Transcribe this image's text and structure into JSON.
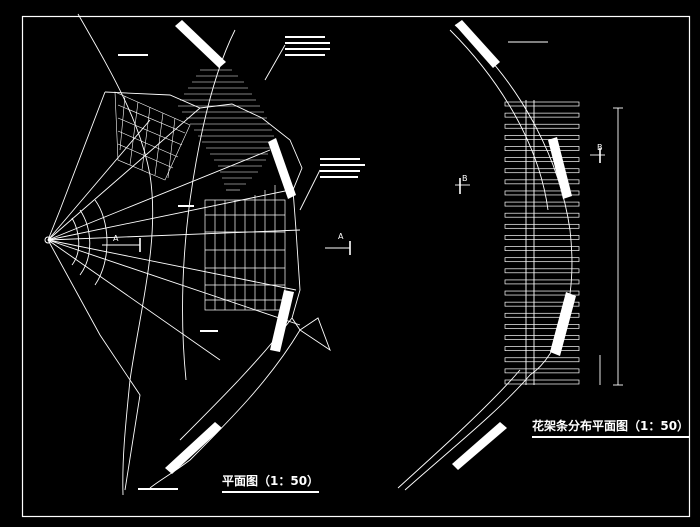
{
  "drawing": {
    "background": "#000000",
    "line_color": "#ffffff",
    "left_plan": {
      "title": "平面图（1：50）",
      "section_marker": "A",
      "section_marker_2": "A"
    },
    "right_plan": {
      "title": "花架条分布平面图（1：50）",
      "section_marker": "B",
      "section_marker_2": "B",
      "rafter_count": 26
    }
  }
}
